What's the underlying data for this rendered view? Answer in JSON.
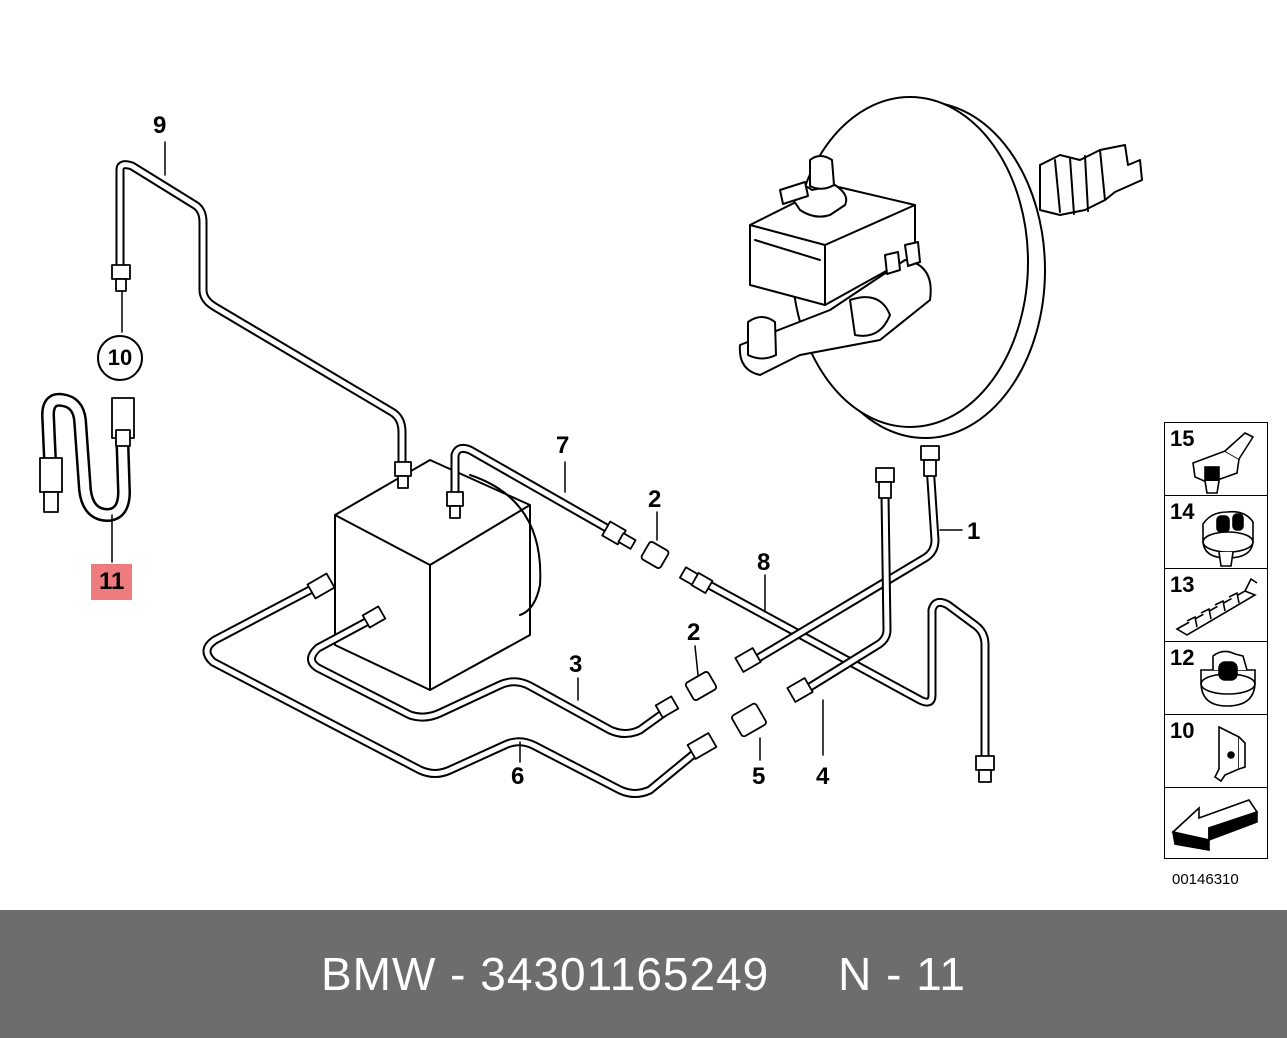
{
  "diagram": {
    "callouts": [
      {
        "id": "c1",
        "text": "1"
      },
      {
        "id": "c2a",
        "text": "2"
      },
      {
        "id": "c2b",
        "text": "2"
      },
      {
        "id": "c3",
        "text": "3"
      },
      {
        "id": "c4",
        "text": "4"
      },
      {
        "id": "c5",
        "text": "5"
      },
      {
        "id": "c6",
        "text": "6"
      },
      {
        "id": "c7",
        "text": "7"
      },
      {
        "id": "c8",
        "text": "8"
      },
      {
        "id": "c9",
        "text": "9"
      }
    ],
    "circled_callout": "10",
    "highlighted_callout": "11",
    "highlight_color": "#ee7b7e"
  },
  "legend": {
    "items": [
      {
        "number": "15",
        "icon": "clip-15-icon"
      },
      {
        "number": "14",
        "icon": "holder-14-icon"
      },
      {
        "number": "13",
        "icon": "strip-13-icon"
      },
      {
        "number": "12",
        "icon": "holder-12-icon"
      },
      {
        "number": "10",
        "icon": "bracket-10-icon"
      }
    ],
    "arrow_icon": "direction-arrow-icon"
  },
  "reference_code": "00146310",
  "footer": {
    "text": "BMW - 34301165249     N - 11",
    "background": "#6d6d6d",
    "color": "#ffffff"
  }
}
